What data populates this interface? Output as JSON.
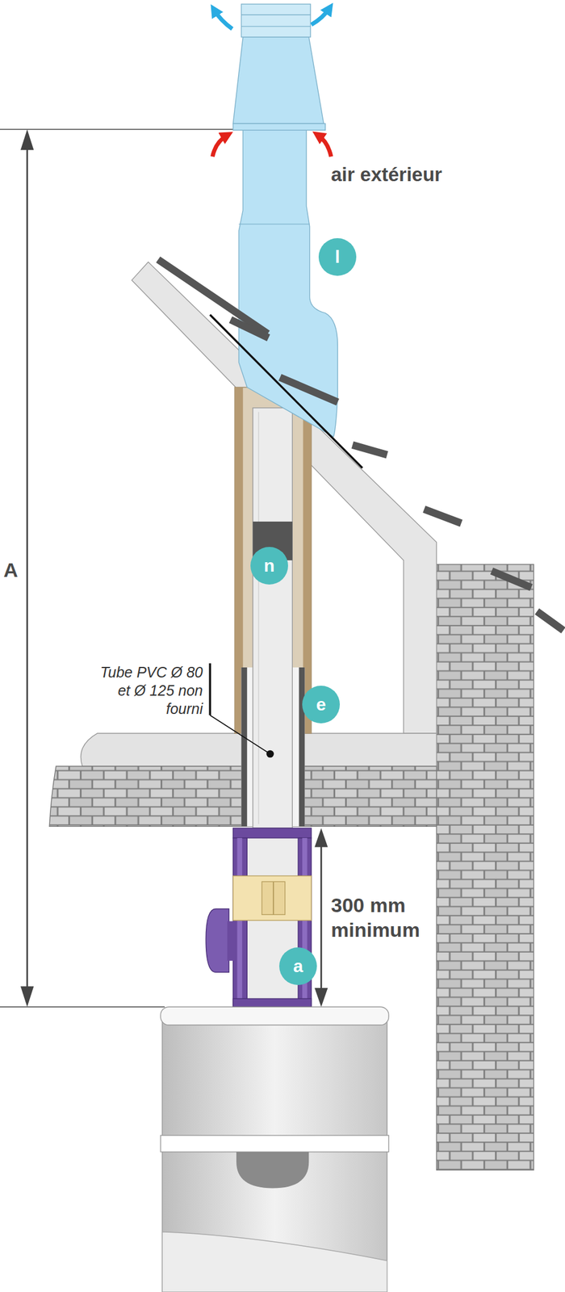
{
  "diagram": {
    "labels": [
      "air extérieur",
      "l",
      "A",
      "n",
      "Tube PVC Ø 80 et Ø 125 non fourni",
      "e",
      "300 mm minimum",
      "a"
    ]
  }
}
